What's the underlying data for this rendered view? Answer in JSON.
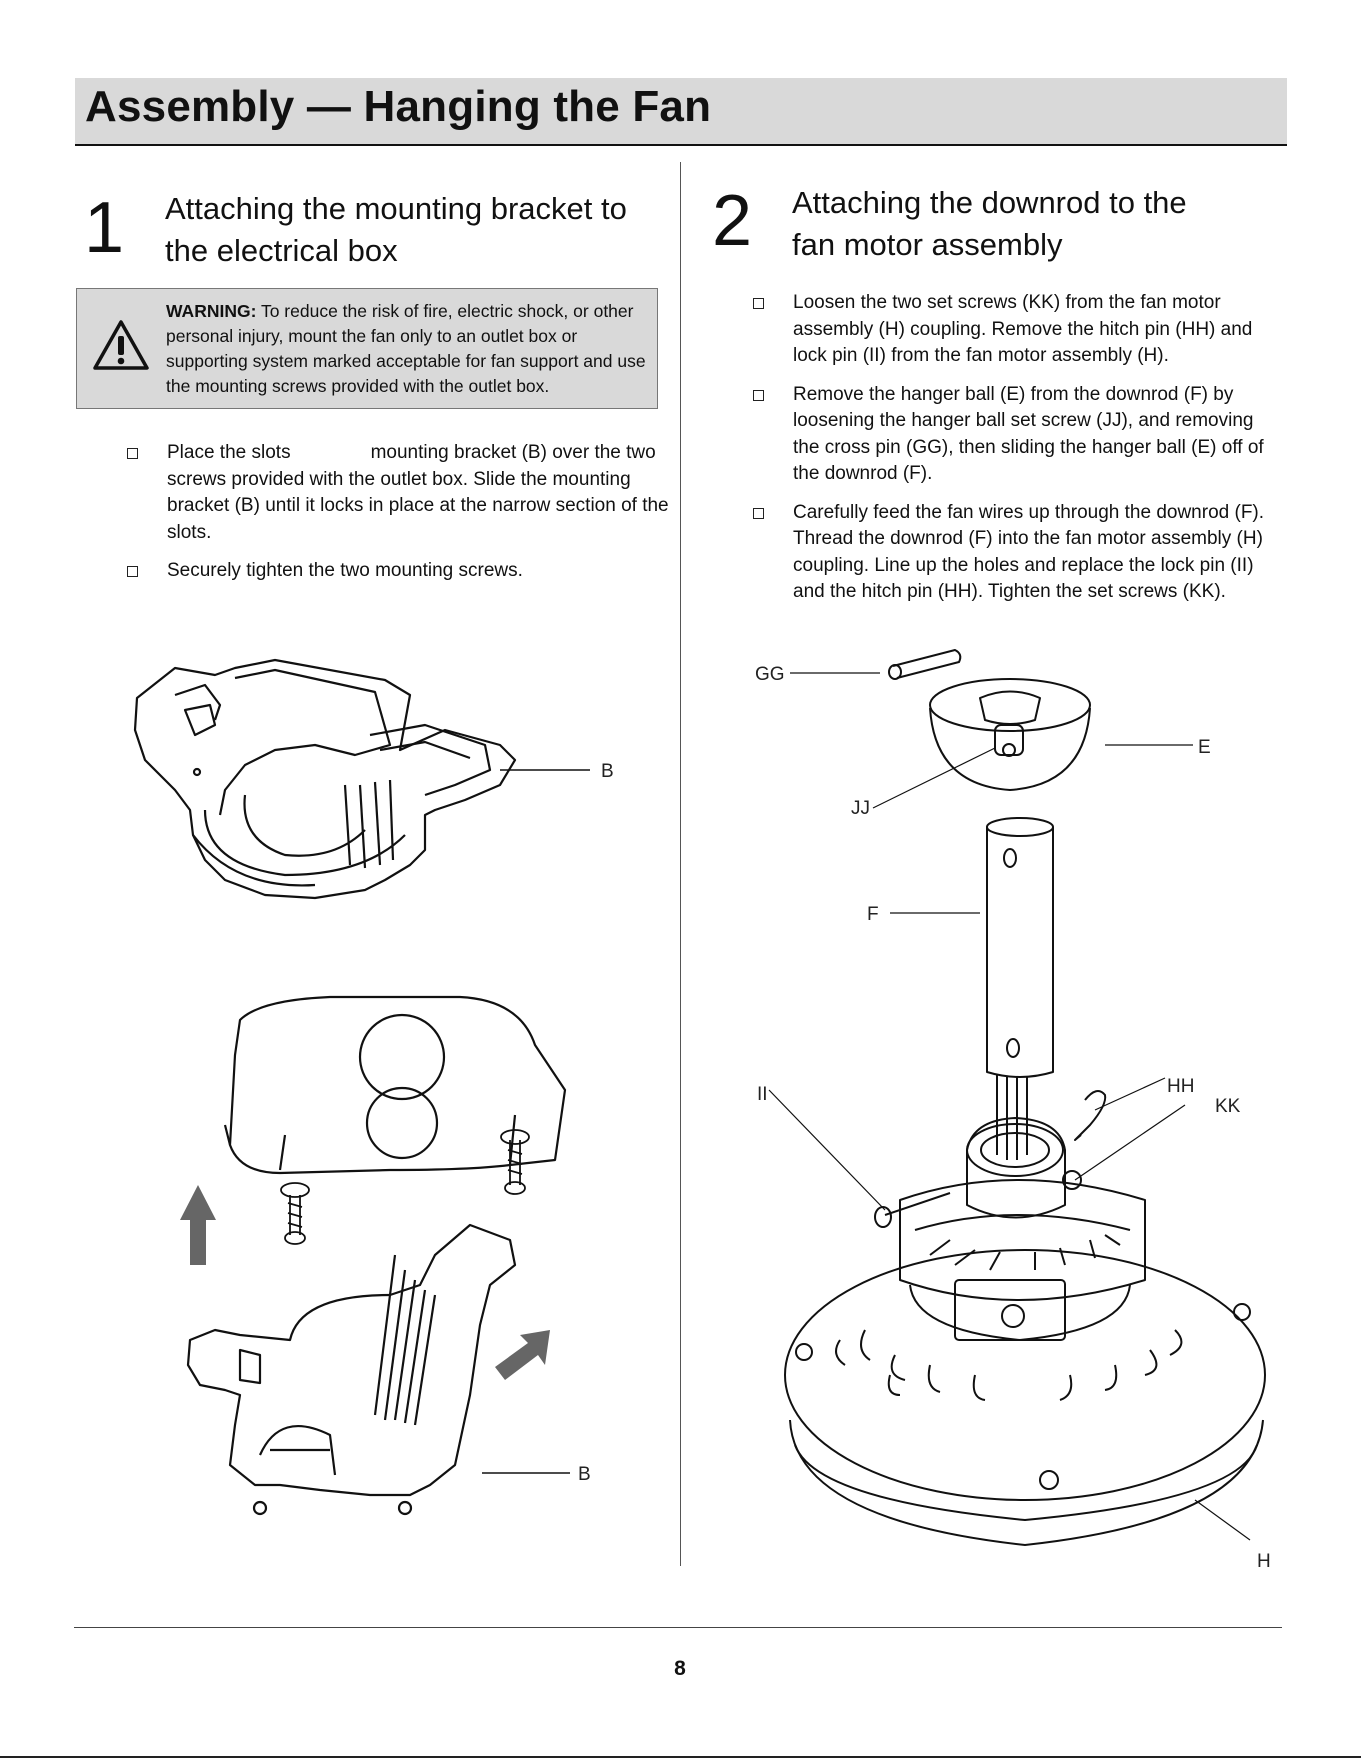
{
  "page": {
    "title": "Assembly — Hanging the Fan",
    "page_number": "8"
  },
  "step1": {
    "number": "1",
    "title_line1": "Attaching the mounting bracket to",
    "title_line2": "the electrical box",
    "warning": {
      "label": "WARNING:",
      "text": "To reduce the risk of fire, electric shock, or other personal injury, mount the fan only to an outlet box or supporting system marked acceptable for fan support and use the mounting screws provided with the outlet box."
    },
    "bullets": [
      {
        "part1": "Place the slots",
        "part2": "mounting bracket (B) over the two screws provided with the outlet box. Slide the mounting bracket (B) until it locks in place at the narrow section of the slots."
      },
      {
        "text": "Securely tighten the two mounting screws."
      }
    ],
    "labels": {
      "bracket_top": "B",
      "bracket_bottom": "B"
    }
  },
  "step2": {
    "number": "2",
    "title_line1": "Attaching the downrod to the",
    "title_line2": "fan motor assembly",
    "bullets": [
      "Loosen the two set screws (KK) from the fan motor assembly (H) coupling. Remove the hitch pin (HH) and lock pin (II) from the fan motor assembly (H).",
      "Remove the hanger ball (E) from the downrod (F) by loosening the hanger ball set screw (JJ), and removing the cross pin (GG), then sliding the hanger ball (E) off of the downrod (F).",
      "Carefully feed the fan wires up through the downrod (F). Thread the downrod (F) into the fan motor assembly (H) coupling. Line up the holes and replace the lock pin (II) and the hitch pin (HH). Tighten the set screws (KK)."
    ],
    "labels": {
      "gg": "GG",
      "e": "E",
      "jj": "JJ",
      "f": "F",
      "ii": "II",
      "hh": "HH",
      "kk": "KK",
      "h": "H"
    }
  }
}
